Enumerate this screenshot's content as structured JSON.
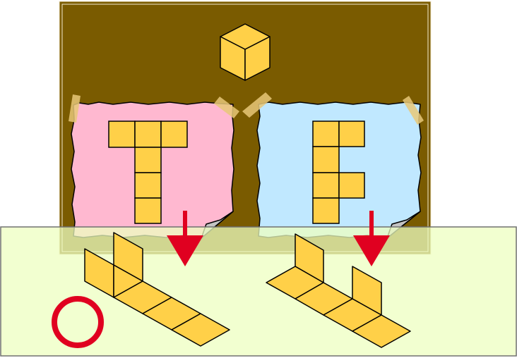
{
  "colors": {
    "board": "#7a5b00",
    "board_border": "#f3ead0",
    "tape": "#e8c878",
    "note_pink": "#ffb8d0",
    "note_blue": "#c0e8ff",
    "note_curl": "#c4c4c4",
    "cube_face": "#ffd048",
    "cube_stroke": "#000000",
    "table": "#eeffc0",
    "table_stroke": "#707070",
    "arrow": "#e00020",
    "circle_mark": "#e00020"
  },
  "icons": {
    "cube": "cube-icon",
    "arrow": "down-arrow-icon",
    "correct_mark": "circle-correct-icon"
  },
  "notes": [
    {
      "name": "pink-note",
      "net_shape": "T"
    },
    {
      "name": "blue-note",
      "net_shape": "F"
    }
  ],
  "folded_nets": [
    {
      "name": "folded-net-left",
      "judgement": "correct"
    },
    {
      "name": "folded-net-right",
      "judgement": ""
    }
  ]
}
